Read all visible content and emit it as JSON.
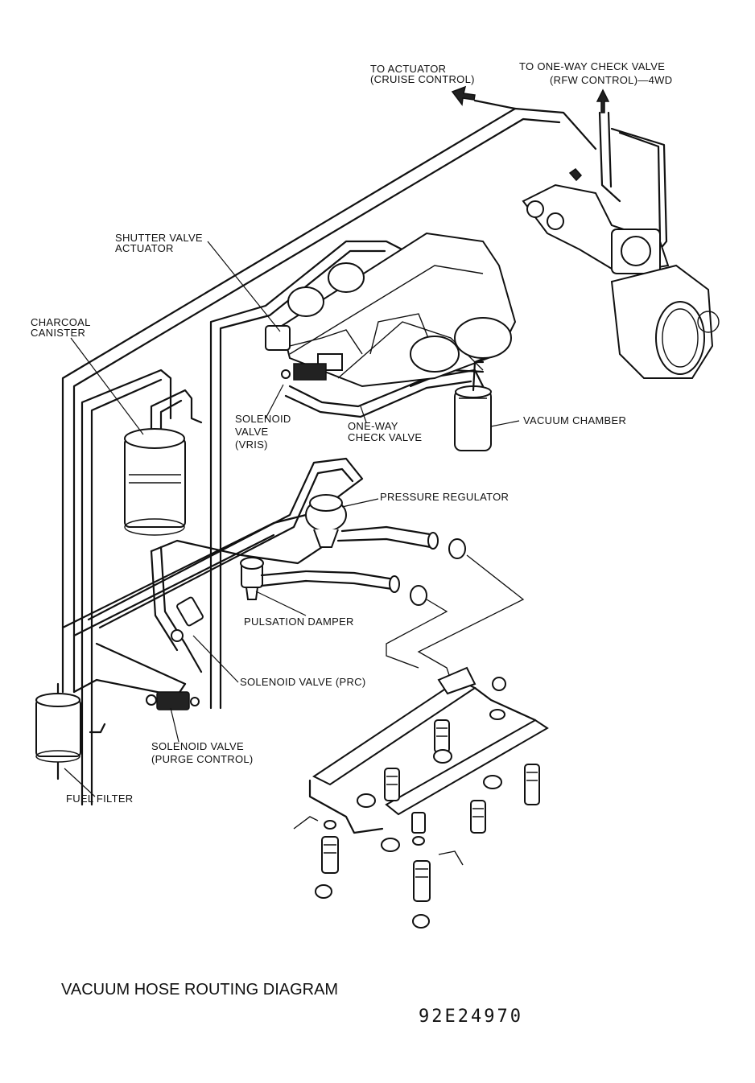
{
  "labels": {
    "to_actuator_1": "TO ACTUATOR",
    "to_actuator_2": "(CRUISE CONTROL)",
    "to_check_1": "TO ONE-WAY CHECK VALVE",
    "to_check_2": "(RFW CONTROL)—4WD",
    "shutter_1": "SHUTTER VALVE",
    "shutter_2": "ACTUATOR",
    "charcoal_1": "CHARCOAL",
    "charcoal_2": "CANISTER",
    "solenoid_vris_1": "SOLENOID",
    "solenoid_vris_2": "VALVE",
    "solenoid_vris_3": "(VRIS)",
    "oneway_1": "ONE-WAY",
    "oneway_2": "CHECK VALVE",
    "vacuum_chamber": "VACUUM CHAMBER",
    "pressure_regulator": "PRESSURE REGULATOR",
    "pulsation_damper": "PULSATION DAMPER",
    "solenoid_prc": "SOLENOID VALVE (PRC)",
    "solenoid_purge_1": "SOLENOID VALVE",
    "solenoid_purge_2": "(PURGE CONTROL)",
    "fuel_filter": "FUEL FILTER"
  },
  "caption": "VACUUM HOSE ROUTING DIAGRAM",
  "code": "92E24970"
}
